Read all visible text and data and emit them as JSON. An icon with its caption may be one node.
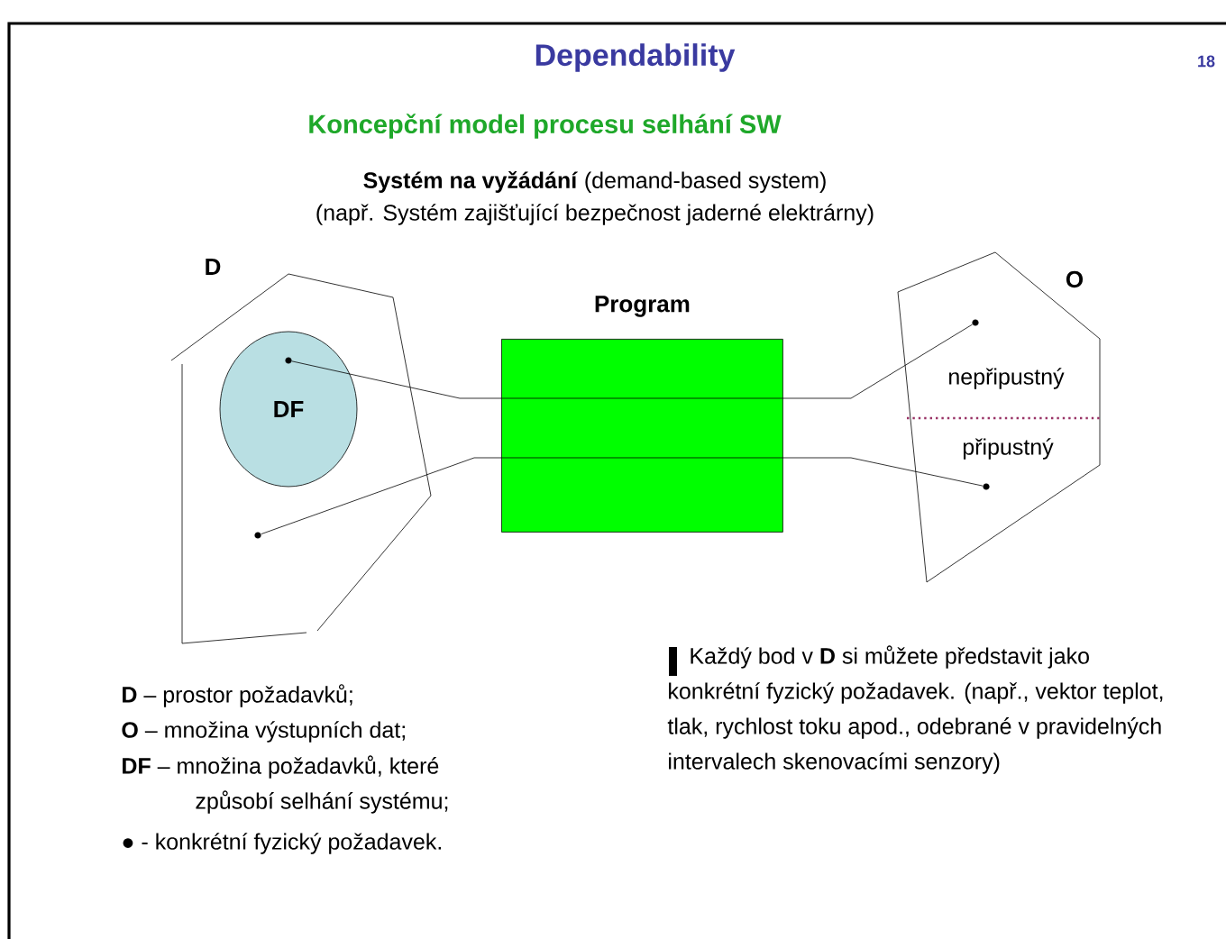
{
  "diagram": {
    "title": "Dependability",
    "nodes": [
      {
        "text": [
          "D"
        ]
      },
      {
        "text": [
          "DF"
        ],
        "in": 0
      },
      {
        "text": [],
        "shape": "circle",
        "in": 1
      },
      {
        "text": [],
        "shape": "circle",
        "in": 0
      },
      {
        "text": [
          "Program"
        ]
      },
      {
        "text": [
          "O"
        ]
      },
      {
        "text": [],
        "shape": "circle",
        "in": 5
      },
      {
        "text": [],
        "shape": "circle",
        "in": 5
      }
    ],
    "edges": [
      {
        "from": 2,
        "to": 4,
        "arrow": "none"
      },
      {
        "from": 4,
        "to": 6,
        "arrow": "none"
      },
      {
        "from": 3,
        "to": 4,
        "arrow": "none"
      },
      {
        "from": 4,
        "to": 7,
        "arrow": "none"
      }
    ],
    "labels": [
      "18",
      "Koncepční model procesu selhání SW",
      "**Systém na vyžádání** (demand-based system)",
      "(např. Systém zajišťující bezpečnost jaderné elektrárny)",
      "nepřipustný",
      "připustný",
      "**D** – prostor požadavků;",
      "**O** – množina výstupních dat;",
      "**DF** – množina požadavků, které způsobí selhání systému;",
      "● - konkrétní fyzický požadavek.",
      "Každý bod v **D** si můžete představit jako konkrétní fyzický požadavek. (např., vektor teplot, tlak, rychlost toku apod., odebrané v pravidelných intervalech skenovacími senzory)"
    ]
  }
}
